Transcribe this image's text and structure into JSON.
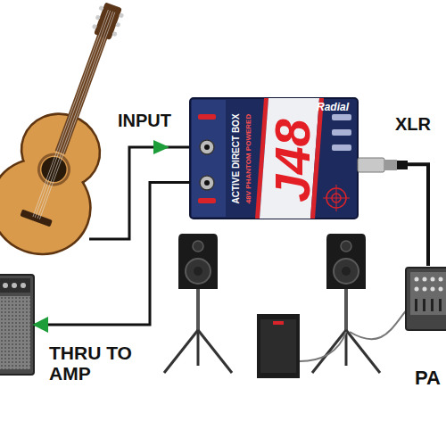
{
  "diagram": {
    "nodes": [
      {
        "text": [
          "Radial",
          "J48",
          "ACTIVE DIRECT BOX",
          "48V PHANTOM POWERED"
        ]
      },
      {
        "text": [
          "THRU TO AMP"
        ]
      },
      {
        "text": [
          "PA"
        ]
      }
    ],
    "edges": [
      {
        "from": 0,
        "to": 1,
        "arrow": "to"
      },
      {
        "from": 0,
        "to": 2,
        "arrow": "none",
        "label": "XLR"
      }
    ],
    "labels": [
      "INPUT"
    ]
  }
}
